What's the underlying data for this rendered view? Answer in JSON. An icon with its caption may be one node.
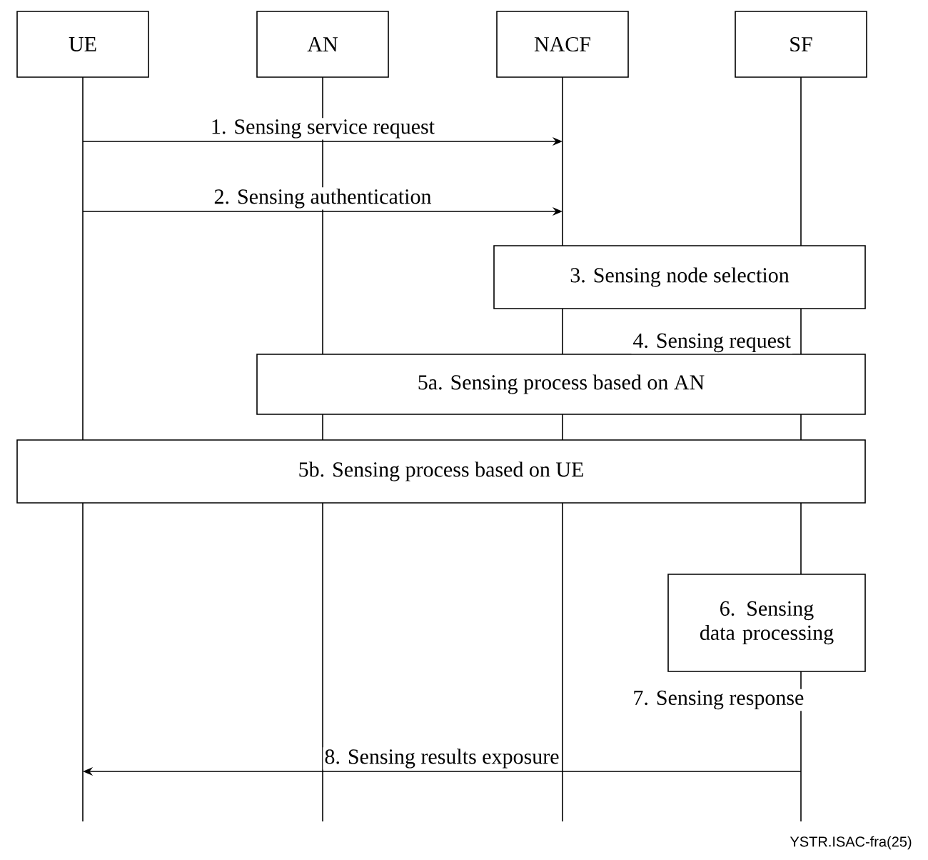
{
  "diagram": {
    "nodes": [
      {
        "text": [
          "UE"
        ]
      },
      {
        "text": [
          "AN"
        ]
      },
      {
        "text": [
          "NACF"
        ]
      },
      {
        "text": [
          "SF"
        ]
      },
      {
        "text": [
          "3. Sensing node selection"
        ]
      },
      {
        "text": [
          "5a. Sensing process based on AN"
        ]
      },
      {
        "text": [
          "5b. Sensing process based on UE"
        ]
      },
      {
        "text": [
          "6. Sensing data processing"
        ]
      }
    ],
    "edges": [
      {
        "from": 0,
        "to": 2,
        "arrow": "to",
        "label": "1. Sensing service request"
      },
      {
        "from": 0,
        "to": 2,
        "arrow": "to",
        "label": "2. Sensing authentication"
      },
      {
        "from": 3,
        "to": 0,
        "arrow": "to",
        "label": "8. Sensing results exposure"
      }
    ],
    "labels": [
      "4. Sensing request",
      "7. Sensing response",
      "YSTR.ISAC-fra(25)"
    ]
  }
}
